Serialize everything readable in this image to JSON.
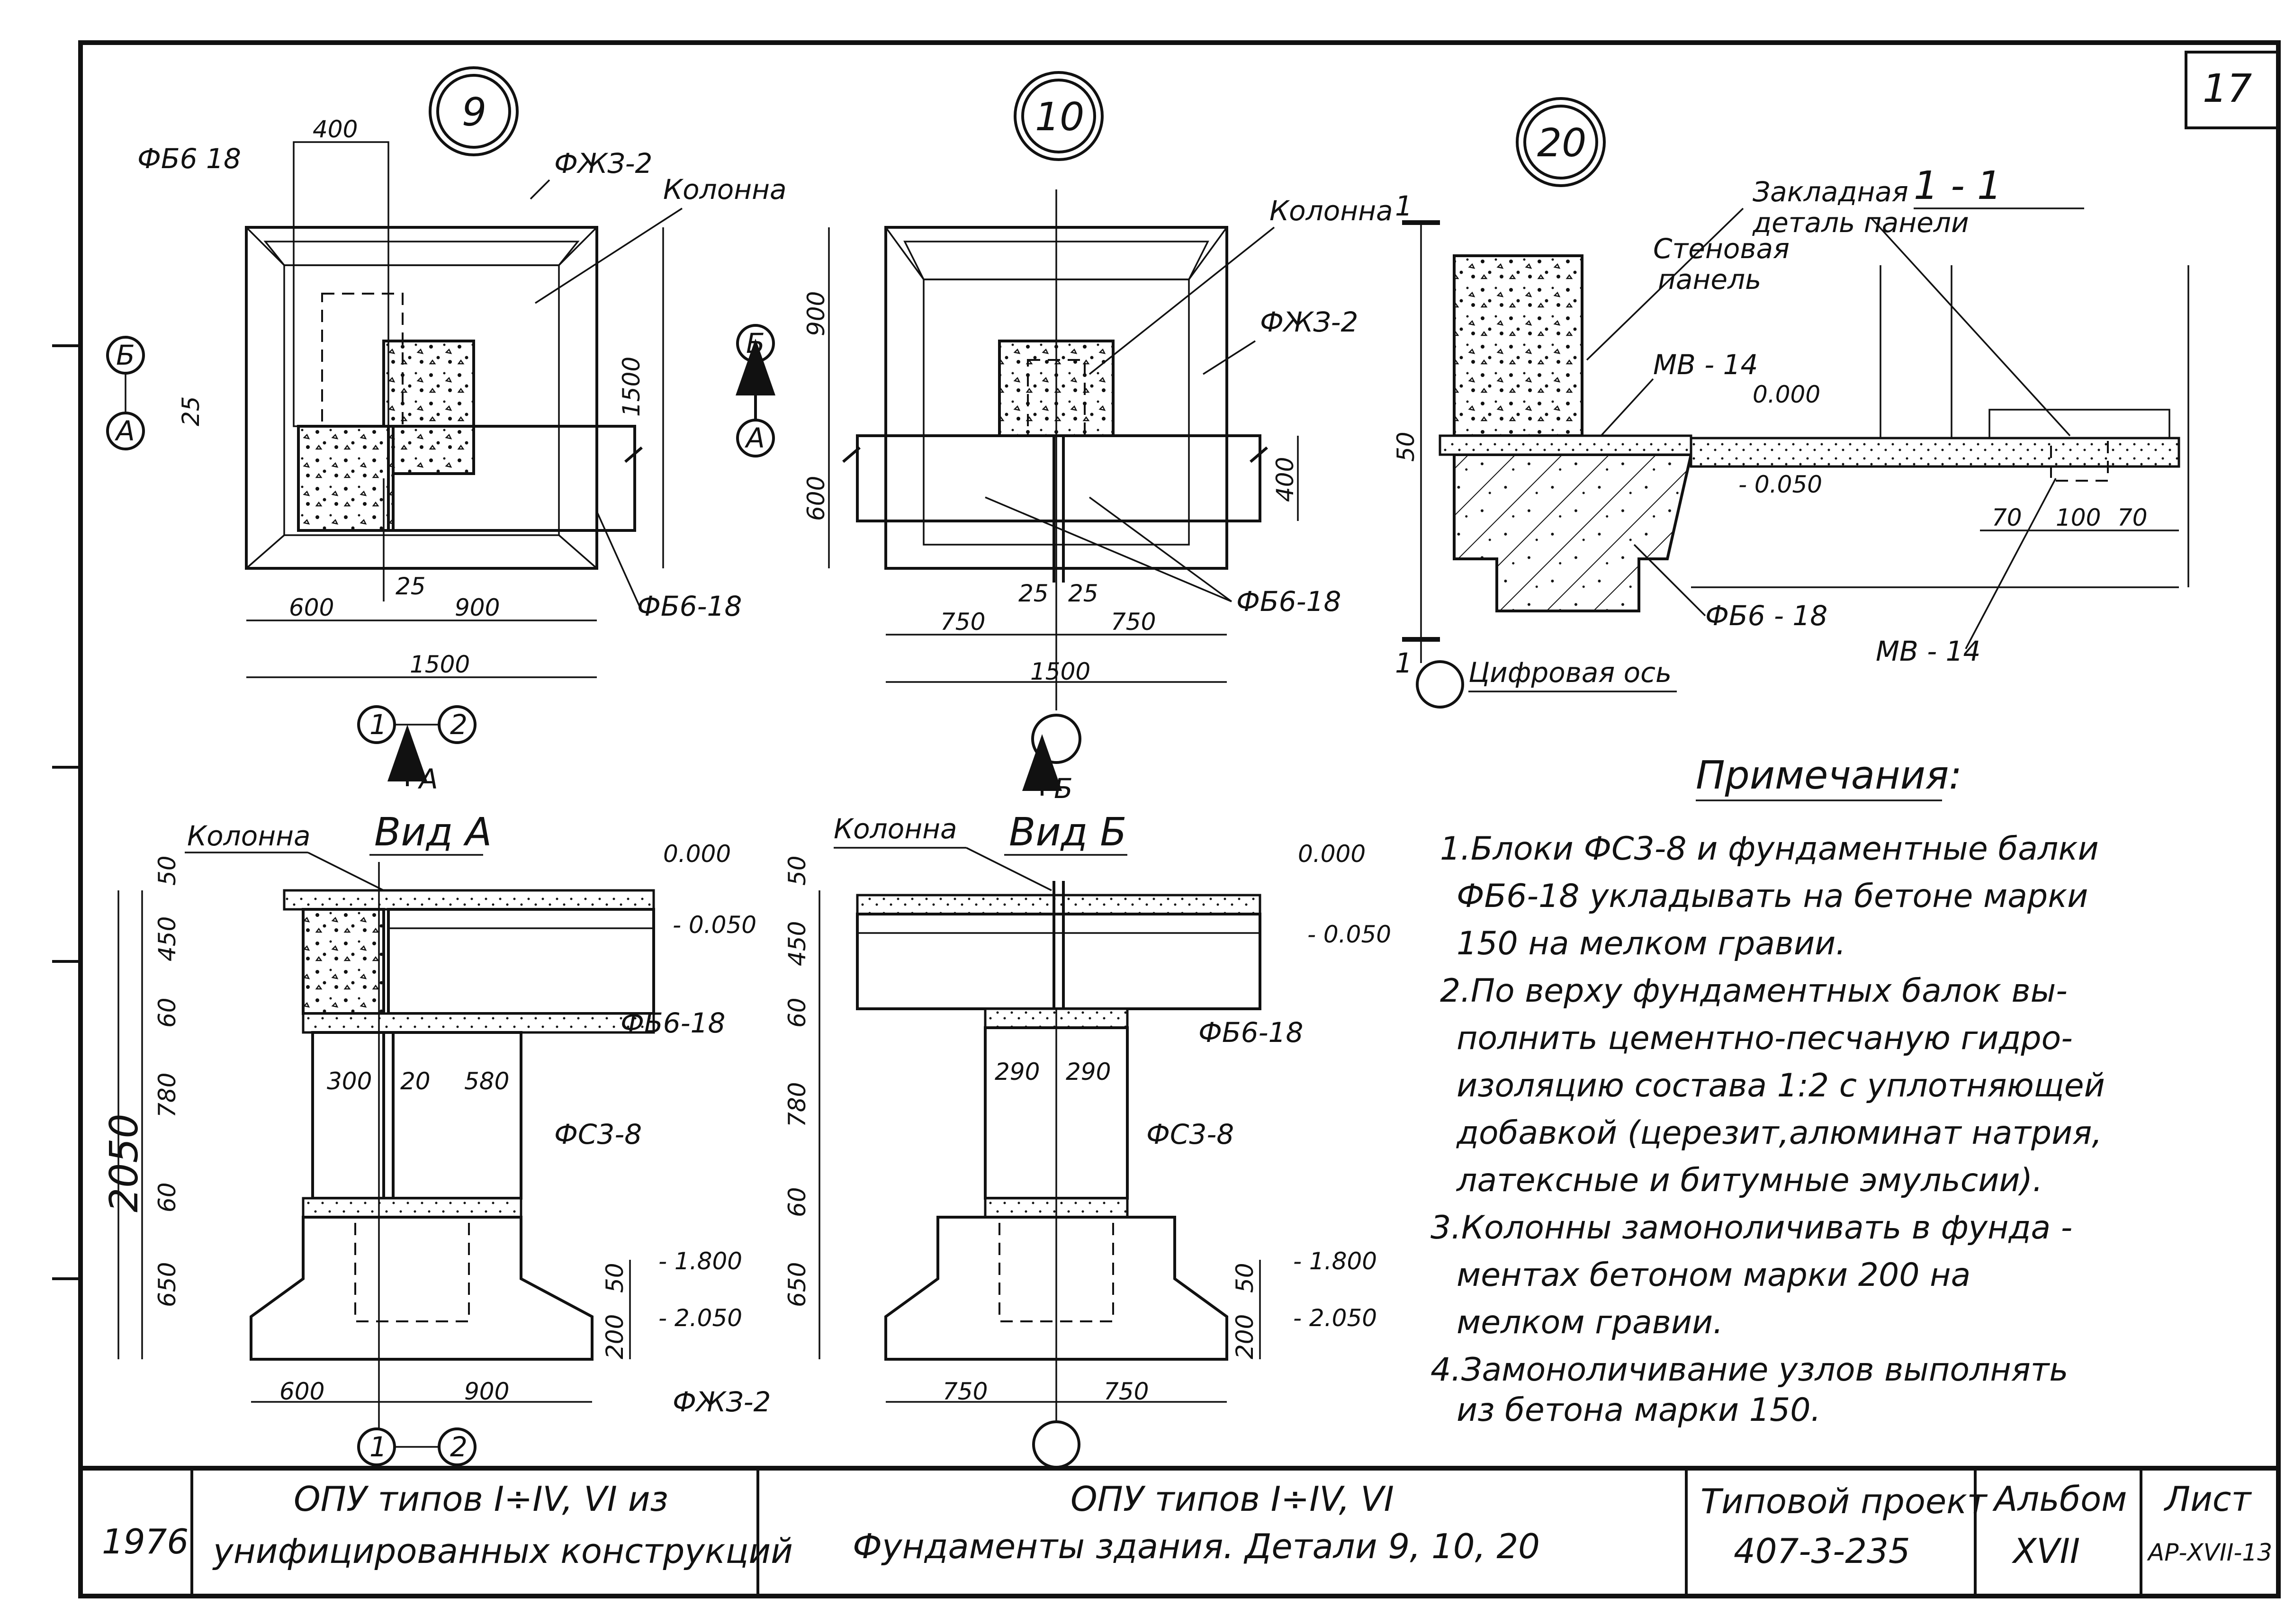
{
  "sheet": {
    "sheet_number": "17"
  },
  "details": {
    "d9": {
      "marker": "9",
      "labels": {
        "fb_top": "ФБ6 18",
        "fzh": "ФЖЗ-2",
        "kolonna": "Колонна",
        "fb_right": "ФБ6-18",
        "dim_400": "400",
        "dim_1500v": "1500",
        "dim_25": "25",
        "dim_25b": "25",
        "dim_600": "600",
        "dim_900": "900",
        "dim_1500": "1500",
        "axis_b": "Б",
        "axis_a": "А",
        "axis_1": "1",
        "axis_2": "2",
        "view_arrow": "А"
      }
    },
    "d10": {
      "marker": "10",
      "labels": {
        "kolonna": "Колонна",
        "fzh": "ФЖЗ-2",
        "fb": "ФБ6-18",
        "dim_900": "900",
        "dim_600": "600",
        "dim_400": "400",
        "dim_25a": "25",
        "dim_25b": "25",
        "dim_750a": "750",
        "dim_750b": "750",
        "dim_1500": "1500",
        "axis_b": "Б",
        "axis_a": "А",
        "view_arrow": "Б"
      }
    },
    "d20": {
      "marker": "20",
      "section": "1 - 1",
      "labels": {
        "zaklad": "Закладная",
        "zaklad2": "деталь панели",
        "stenovaya": "Стеновая",
        "panel": "панель",
        "mv_top": "МВ - 14",
        "mv_bot": "МВ - 14",
        "fb": "ФБ6 - 18",
        "mark_0": "0.000",
        "mark_050": "- 0.050",
        "dim_50": "50",
        "dim_70a": "70",
        "dim_100": "100",
        "dim_70b": "70",
        "cut_top": "1",
        "cut_bot": "1",
        "axis": "Цифровая ось"
      }
    }
  },
  "views": {
    "va": {
      "title": "Вид А",
      "labels": {
        "kolonna": "Колонна",
        "fb": "ФБ6-18",
        "fs": "ФС3-8",
        "fzh": "ФЖЗ-2",
        "m0": "0.000",
        "m050": "- 0.050",
        "m1800": "- 1.800",
        "m2050": "- 2.050",
        "d50": "50",
        "d450": "450",
        "d60a": "60",
        "d780": "780",
        "d60b": "60",
        "d650": "650",
        "d2050": "2050",
        "d300": "300",
        "d20": "20",
        "d580": "580",
        "d50b": "50",
        "d200": "200",
        "d600": "600",
        "d900": "900",
        "axis_1": "1",
        "axis_2": "2"
      }
    },
    "vb": {
      "title": "Вид Б",
      "labels": {
        "kolonna": "Колонна",
        "fb": "ФБ6-18",
        "fs": "ФС3-8",
        "m0": "0.000",
        "m050": "- 0.050",
        "m1800": "- 1.800",
        "m2050": "- 2.050",
        "d50": "50",
        "d450": "450",
        "d60a": "60",
        "d780": "780",
        "d60b": "60",
        "d650": "650",
        "d290a": "290",
        "d290b": "290",
        "d50b": "50",
        "d200": "200",
        "d750a": "750",
        "d750b": "750"
      }
    }
  },
  "notes": {
    "title": "Примечания:",
    "lines": [
      "1.Блоки ФС3-8  и фундаментные балки",
      "ФБ6-18  укладывать на бетоне марки",
      "150  на мелком  гравии.",
      "2.По верху  фундаментных балок вы-",
      "полнить  цементно-песчаную гидро-",
      "изоляцию состава 1:2 с уплотняющей",
      "добавкой (церезит,алюминат  натрия,",
      "латексные и битумные  эмульсии).",
      "3.Колонны  замоноличивать  в фунда -",
      "ментах бетоном марки  200  на",
      "мелком  гравии.",
      "4.Замоноличивание  узлов  выполнять",
      "из бетона  марки  150."
    ]
  },
  "title_block": {
    "year": "1976",
    "doc_line1": "ОПУ  типов I÷IV, VI  из",
    "doc_line2": "унифицированных  конструкций",
    "content_line1": "ОПУ  типов I÷IV, VI",
    "content_line2": "Фундаменты  здания.   Детали 9, 10, 20",
    "project_label": "Типовой проект",
    "project_value": "407-3-235",
    "album_label": "Альбом",
    "album_value": "XVII",
    "sheet_label": "Лист",
    "sheet_value": "АР-XVII-13"
  }
}
